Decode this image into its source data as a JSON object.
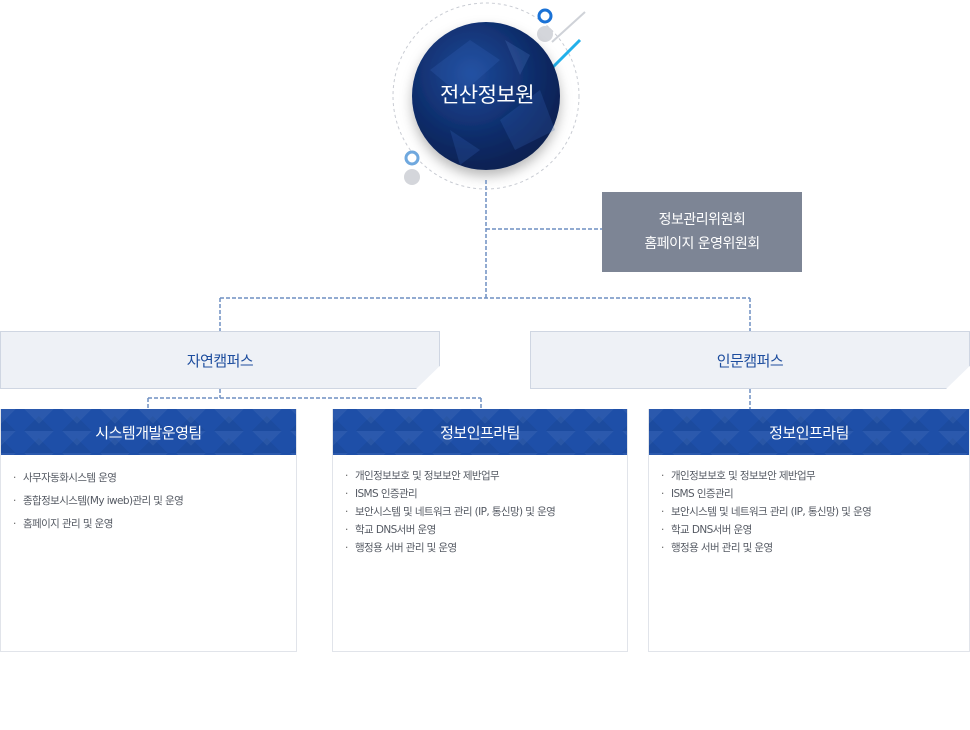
{
  "root": {
    "label": "전산정보원"
  },
  "committee": {
    "lines": [
      "정보관리위원회",
      "홈페이지 운영위원회"
    ]
  },
  "campuses": [
    {
      "label": "자연캠퍼스"
    },
    {
      "label": "인문캠퍼스"
    }
  ],
  "teams": [
    {
      "name": "시스템개발운영팀",
      "items": [
        "사무자동화시스템 운영",
        "종합정보시스템(My iweb)관리 및 운영",
        "홈페이지 관리 및 운영"
      ]
    },
    {
      "name": "정보인프라팀",
      "items": [
        "개인정보보호 및 정보보안 제반업무",
        "ISMS 인증관리",
        "보안시스템 및 네트워크 관리 (IP, 통신망) 및 운영",
        "학교 DNS서버 운영",
        "행정용 서버 관리 및 운영"
      ]
    },
    {
      "name": "정보인프라팀",
      "items": [
        "개인정보보호 및 정보보안 제반업무",
        "ISMS 인증관리",
        "보안시스템 및 네트워크 관리 (IP, 통신망) 및 운영",
        "학교 DNS서버 운영",
        "행정용 서버 관리 및 운영"
      ]
    }
  ],
  "colors": {
    "team_header": "#1e4fa8",
    "root_fill": "#0e2a64",
    "committee_fill": "#7d8595",
    "campus_fill": "#eef1f6",
    "campus_text": "#1d4d9e",
    "connector": "#6e8fc2",
    "accent_blue": "#1a72d6",
    "accent_cyan": "#22b0ea"
  }
}
